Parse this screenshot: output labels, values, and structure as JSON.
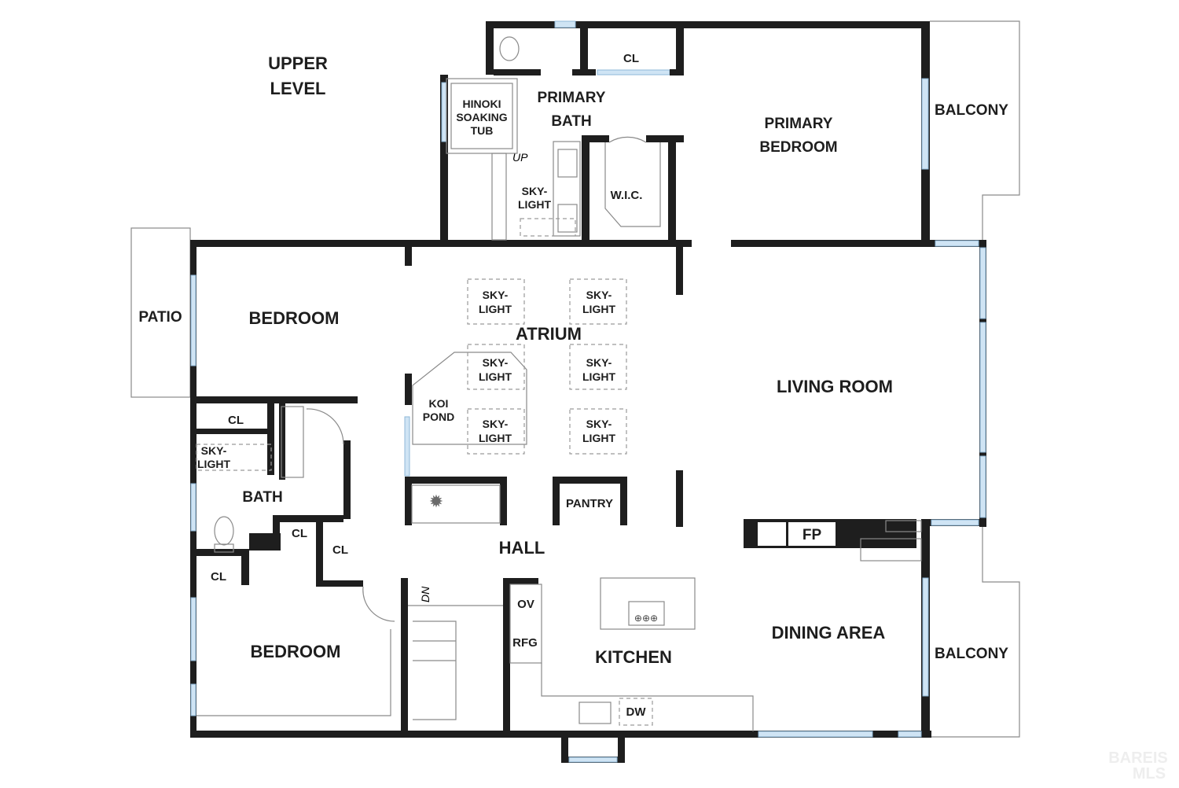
{
  "title": [
    "UPPER",
    "LEVEL"
  ],
  "rooms": {
    "primary_bath": [
      "PRIMARY",
      "BATH"
    ],
    "primary_bedroom": [
      "PRIMARY",
      "BEDROOM"
    ],
    "hinoki_tub": [
      "HINOKI",
      "SOAKING",
      "TUB"
    ],
    "closet_primary": "CL",
    "wic": "W.I.C.",
    "balcony_upper": "BALCONY",
    "balcony_lower": "BALCONY",
    "patio": "PATIO",
    "bedroom_upper": "BEDROOM",
    "bedroom_lower": "BEDROOM",
    "atrium": "ATRIUM",
    "living_room": "LIVING ROOM",
    "koi_pond": [
      "KOI",
      "POND"
    ],
    "bath": "BATH",
    "closets": [
      "CL",
      "CL",
      "CL",
      "CL"
    ],
    "pantry": "PANTRY",
    "hall": "HALL",
    "fireplace": "FP",
    "dining_area": "DINING AREA",
    "kitchen": "KITCHEN",
    "oven": "OV",
    "refrigerator": "RFG",
    "dishwasher": "DW"
  },
  "skylight": [
    "SKY-",
    "LIGHT"
  ],
  "stairs": {
    "up": "UP",
    "down": "DN"
  },
  "watermark": [
    "BAREIS",
    "MLS"
  ]
}
